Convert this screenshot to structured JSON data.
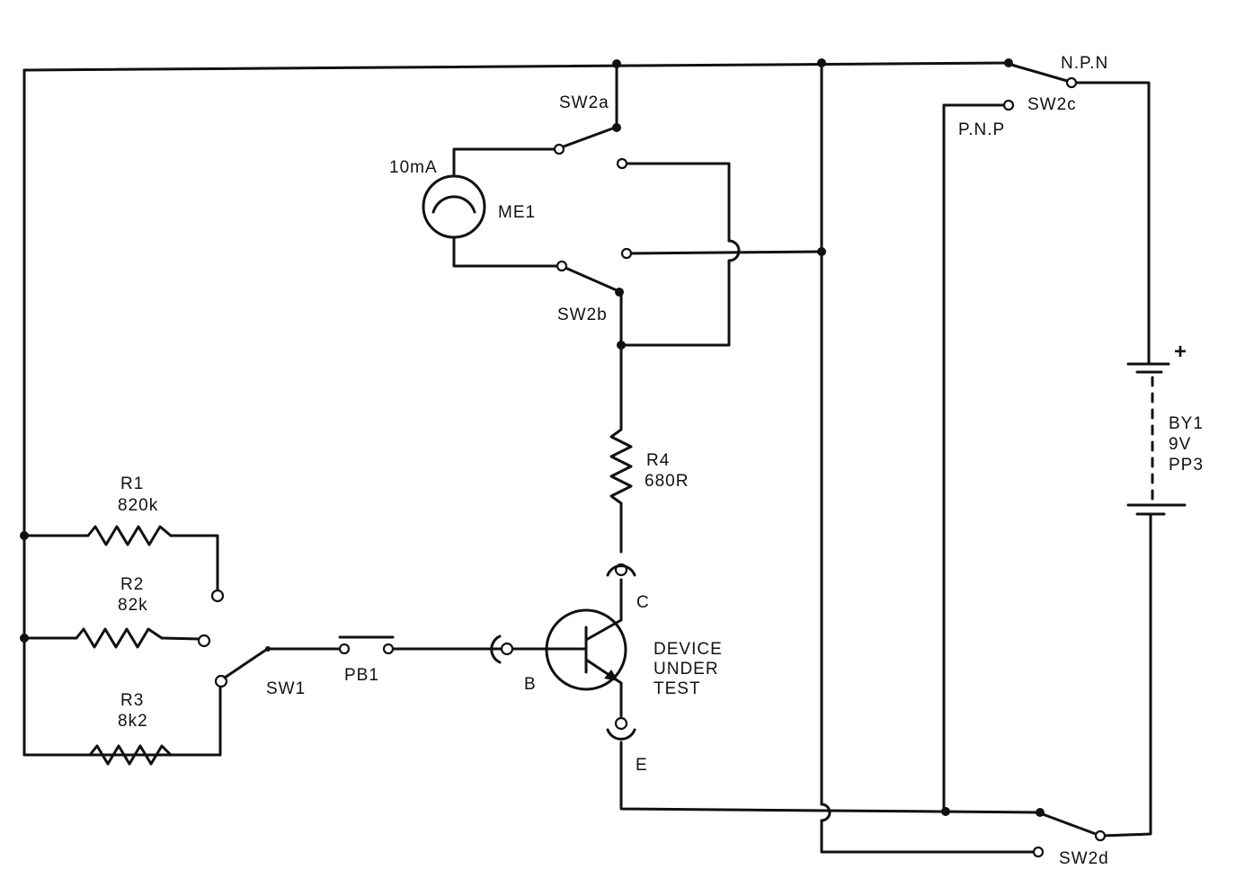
{
  "labels": {
    "meter_range": "10mA",
    "meter": "ME1",
    "sw2a": "SW2a",
    "sw2b": "SW2b",
    "sw2c": "SW2c",
    "sw2d": "SW2d",
    "npn": "N.P.N",
    "pnp": "P.N.P",
    "r4_name": "R4",
    "r4_value": "680R",
    "r1_name": "R1",
    "r1_value": "820k",
    "r2_name": "R2",
    "r2_value": "82k",
    "r3_name": "R3",
    "r3_value": "8k2",
    "sw1": "SW1",
    "pb1": "PB1",
    "base": "B",
    "collector": "C",
    "emitter": "E",
    "dut_line1": "DEVICE",
    "dut_line2": "UNDER",
    "dut_line3": "TEST",
    "battery_name": "BY1",
    "battery_voltage": "9V",
    "battery_type": "PP3",
    "battery_plus": "+"
  }
}
